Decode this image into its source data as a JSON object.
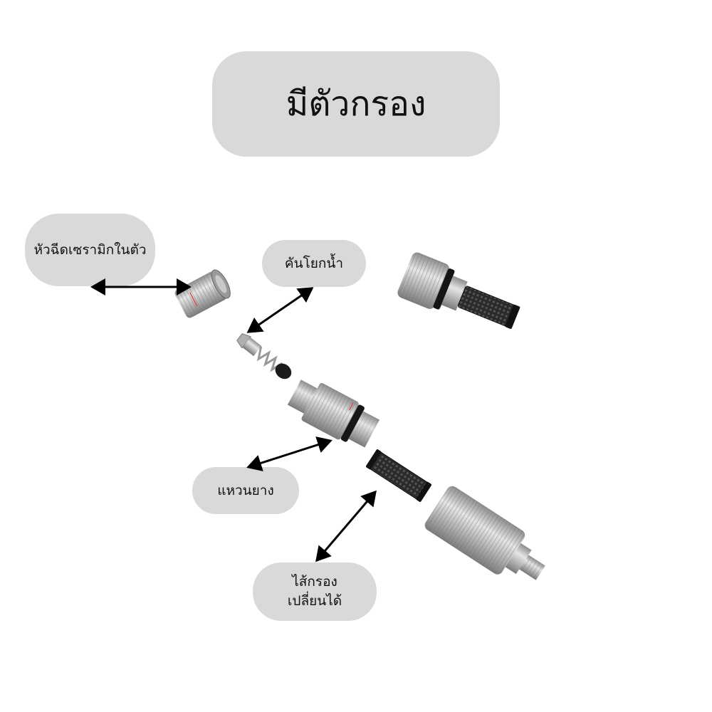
{
  "title": "มีตัวกรอง",
  "labels": {
    "nozzle": "หัวฉีดเซรามิกในตัว",
    "check_valve": "คันโยกน้ำ",
    "o_ring": "แหวนยาง",
    "filter_line1": "ไส้กรอง",
    "filter_line2": "เปลี่ยนได้"
  },
  "colors": {
    "pill_bg": "#d9d9d9",
    "metal": "#b8b8b8",
    "rubber": "#1a1a1a",
    "arrow": "#000000"
  }
}
